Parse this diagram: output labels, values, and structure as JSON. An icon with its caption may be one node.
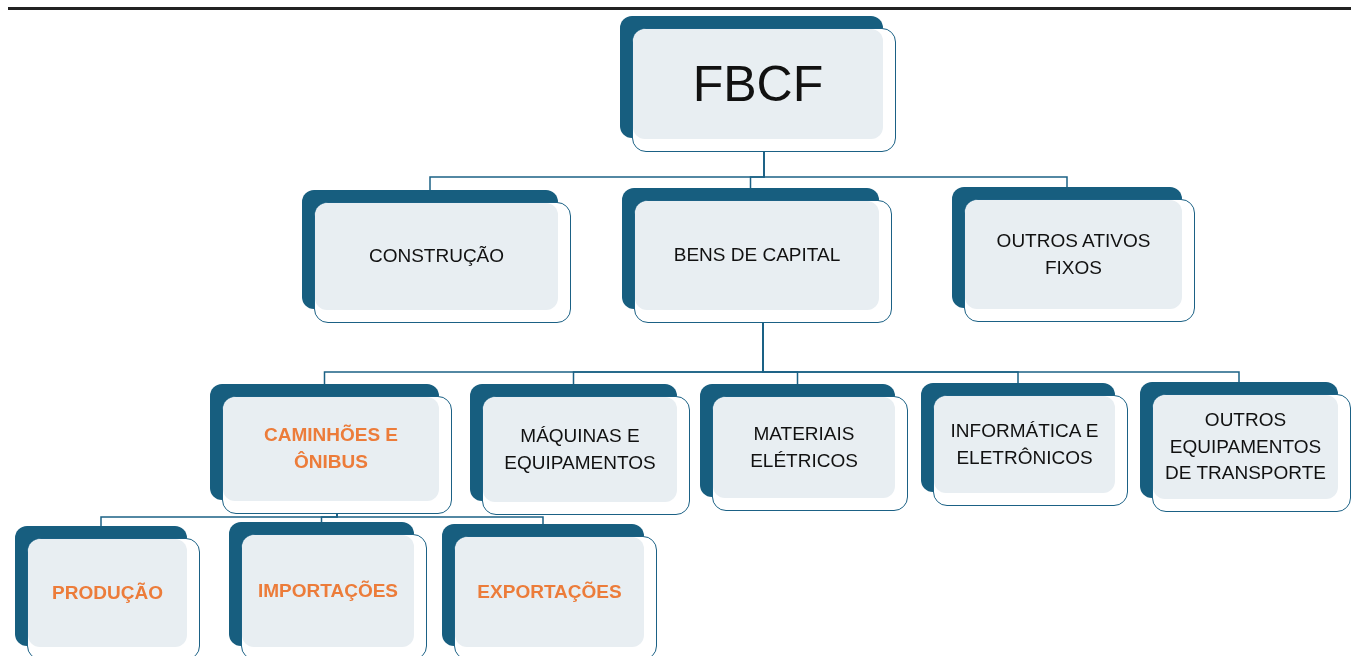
{
  "diagram": {
    "nodes": [
      {
        "text": [
          "FBCF"
        ]
      },
      {
        "text": [
          "CONSTRUÇÃO"
        ]
      },
      {
        "text": [
          "BENS DE CAPITAL"
        ]
      },
      {
        "text": [
          "OUTROS ATIVOS FIXOS"
        ]
      },
      {
        "text": [
          "CAMINHÕES E ÔNIBUS"
        ]
      },
      {
        "text": [
          "MÁQUINAS E EQUIPAMENTOS"
        ]
      },
      {
        "text": [
          "MATERIAIS ELÉTRICOS"
        ]
      },
      {
        "text": [
          "INFORMÁTICA E ELETRÔNICOS"
        ]
      },
      {
        "text": [
          "OUTROS EQUIPAMENTOS DE TRANSPORTE"
        ]
      },
      {
        "text": [
          "PRODUÇÃO"
        ]
      },
      {
        "text": [
          "IMPORTAÇÕES"
        ]
      },
      {
        "text": [
          "EXPORTAÇÕES"
        ]
      }
    ],
    "edges": [
      {
        "from": 0,
        "to": 1,
        "arrow": "none"
      },
      {
        "from": 0,
        "to": 2,
        "arrow": "none"
      },
      {
        "from": 0,
        "to": 3,
        "arrow": "none"
      },
      {
        "from": 2,
        "to": 4,
        "arrow": "none"
      },
      {
        "from": 2,
        "to": 5,
        "arrow": "none"
      },
      {
        "from": 2,
        "to": 6,
        "arrow": "none"
      },
      {
        "from": 2,
        "to": 7,
        "arrow": "none"
      },
      {
        "from": 2,
        "to": 8,
        "arrow": "none"
      },
      {
        "from": 4,
        "to": 9,
        "arrow": "none"
      },
      {
        "from": 4,
        "to": 10,
        "arrow": "none"
      },
      {
        "from": 4,
        "to": 11,
        "arrow": "none"
      }
    ]
  }
}
